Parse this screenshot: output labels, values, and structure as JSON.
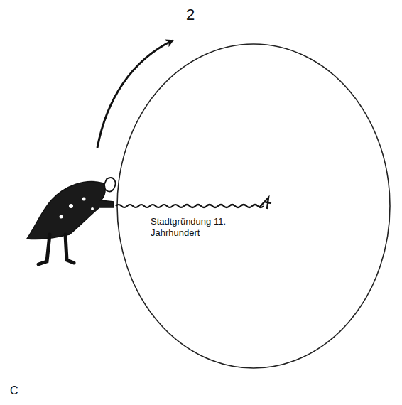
{
  "diagram": {
    "labels": [
      "2",
      "Stadtgründung 11. Jahrhundert",
      "C"
    ]
  }
}
